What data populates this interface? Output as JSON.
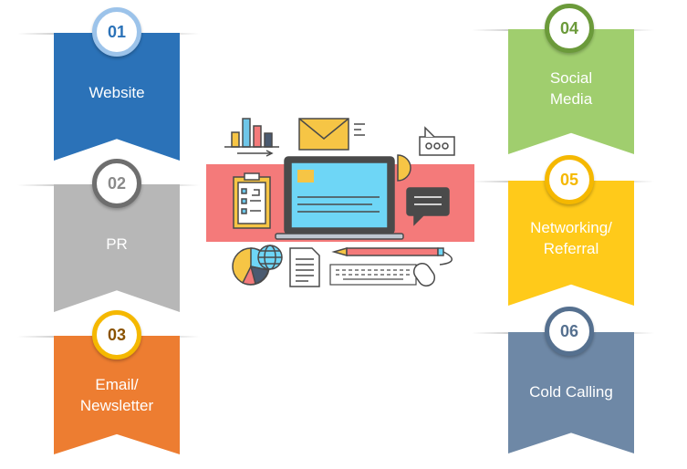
{
  "ribbons": [
    {
      "num": "01",
      "label": "Website",
      "color": "#2B72B8",
      "ring": "#9CC3EA",
      "numColor": "#2B72B8"
    },
    {
      "num": "02",
      "label": "PR",
      "color": "#B7B7B7",
      "ring": "#6E6E6E",
      "numColor": "#8A8A8A"
    },
    {
      "num": "03",
      "label": "Email/\nNewsletter",
      "color": "#ED7D31",
      "ring": "#F5B800",
      "numColor": "#8A5200"
    },
    {
      "num": "04",
      "label": "Social\nMedia",
      "color": "#A0CE6E",
      "ring": "#6B9A3A",
      "numColor": "#6B9A3A"
    },
    {
      "num": "05",
      "label": "Networking/\nReferral",
      "color": "#FFCA1A",
      "ring": "#F5B800",
      "numColor": "#F5B800"
    },
    {
      "num": "06",
      "label": "Cold Calling",
      "color": "#6E88A6",
      "ring": "#55708F",
      "numColor": "#55708F"
    }
  ],
  "icons": [
    "bar-chart-icon",
    "envelope-icon",
    "chat-bubble-icon",
    "clipboard-icon",
    "laptop-icon",
    "pie-chart-icon",
    "globe-icon",
    "document-icon",
    "pencil-icon",
    "keyboard-icon",
    "mouse-icon"
  ]
}
